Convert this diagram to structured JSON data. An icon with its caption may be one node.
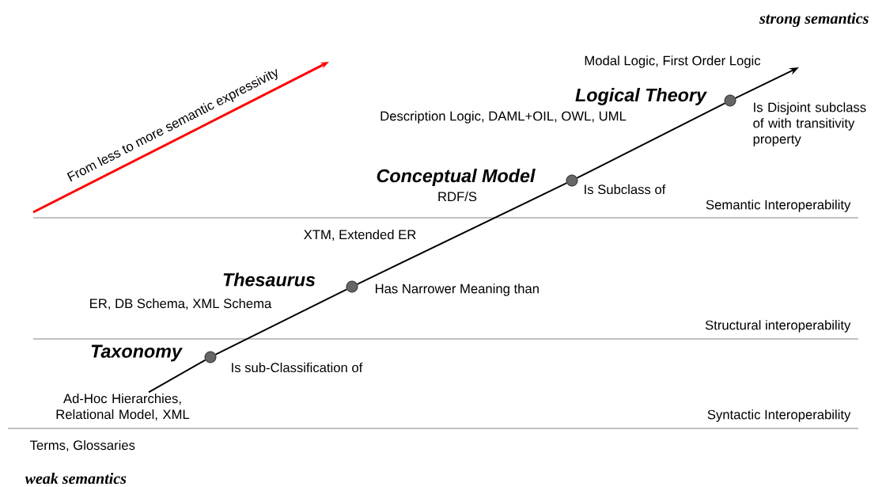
{
  "diagram": {
    "nodes": [
      {
        "text": [],
        "shape": "circle",
        "beside": [
          "Is sub-Classification of"
        ]
      },
      {
        "text": [],
        "shape": "circle",
        "beside": [
          "Has Narrower Meaning than"
        ]
      },
      {
        "text": [],
        "shape": "circle",
        "beside": [
          "Is Subclass of"
        ]
      },
      {
        "text": [],
        "shape": "circle",
        "beside": [
          "Is Disjoint subclass of with transitivity property"
        ]
      },
      {
        "text": [
          "Ad-Hoc Hierarchies, Relational Model, XML"
        ]
      }
    ],
    "edges": [
      {
        "from": 4,
        "to": 0,
        "arrow": "none"
      },
      {
        "from": 0,
        "to": 1,
        "arrow": "none"
      },
      {
        "from": 1,
        "to": 2,
        "arrow": "none"
      },
      {
        "from": 2,
        "to": 3,
        "arrow": "none"
      },
      {
        "from": 3,
        "to": null,
        "arrow": "to"
      }
    ],
    "labels": [
      "strong semantics",
      "Modal Logic, First Order Logic",
      "Logical Theory",
      "Description Logic, DAML+OIL, OWL, UML",
      "From less to more semantic expressivity",
      "Conceptual Model",
      "RDF/S",
      "Semantic Interoperability",
      "XTM, Extended ER",
      "Thesaurus",
      "ER, DB Schema, XML Schema",
      "Structural interoperability",
      "Taxonomy",
      "Syntactic Interoperability",
      "Terms, Glossaries",
      "weak semantics"
    ]
  }
}
